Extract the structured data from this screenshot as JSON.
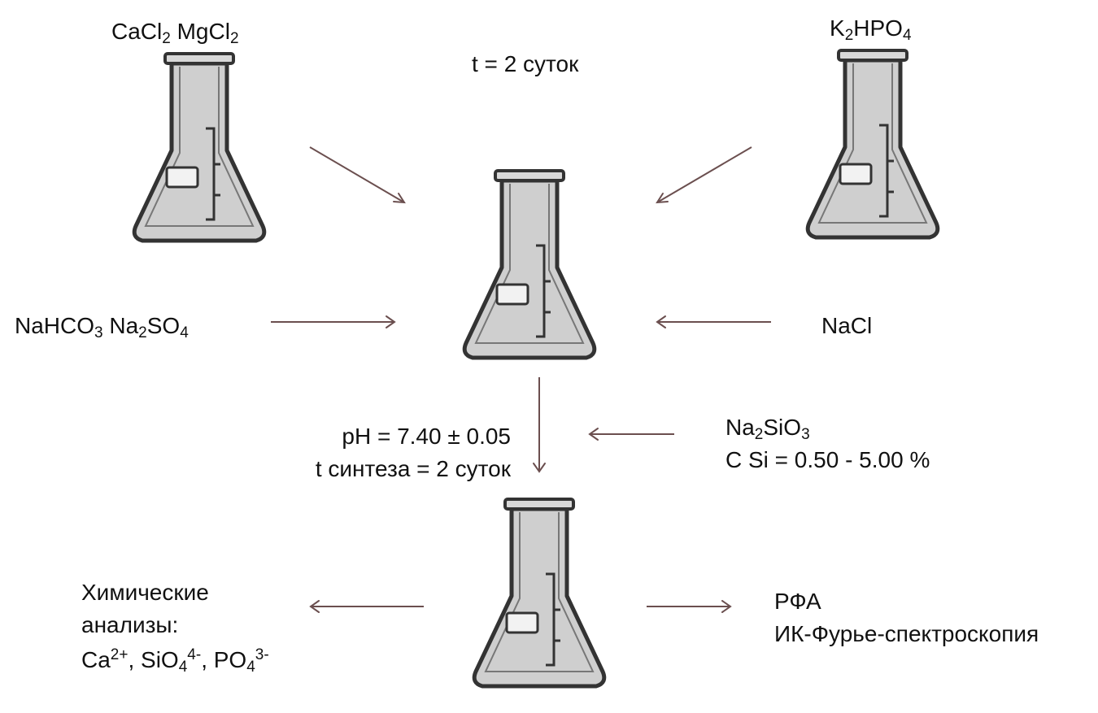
{
  "labels": {
    "top_left": {
      "parts": [
        [
          "CaCl",
          "",
          ""
        ],
        [
          "2",
          "sub",
          ""
        ],
        [
          " MgCl",
          "",
          ""
        ],
        [
          "2",
          "sub",
          ""
        ]
      ]
    },
    "top_right": {
      "parts": [
        [
          "K",
          "",
          ""
        ],
        [
          "2",
          "sub",
          ""
        ],
        [
          "HPO",
          "",
          ""
        ],
        [
          "4",
          "sub",
          ""
        ]
      ]
    },
    "time_top": "t = 2 суток",
    "mid_left": {
      "parts": [
        [
          "NaHCO",
          "",
          ""
        ],
        [
          "3",
          "sub",
          ""
        ],
        [
          " Na",
          "",
          ""
        ],
        [
          "2",
          "sub",
          ""
        ],
        [
          "SO",
          "",
          ""
        ],
        [
          "4",
          "sub",
          ""
        ]
      ]
    },
    "mid_right": "NaCl",
    "ph_line": "pH = 7.40 ± 0.05",
    "synthesis_time": "t синтеза = 2 суток",
    "silicate": {
      "parts": [
        [
          "Na",
          "",
          ""
        ],
        [
          "2",
          "sub",
          ""
        ],
        [
          "SiO",
          "",
          ""
        ],
        [
          "3",
          "sub",
          ""
        ]
      ]
    },
    "si_conc": "C Si = 0.50 - 5.00 %",
    "chem_line1": "Химические",
    "chem_line2": "анализы:",
    "chem_ions": {
      "parts": [
        [
          "Ca",
          "",
          ""
        ],
        [
          "2+",
          "sup",
          ""
        ],
        [
          ", SiO",
          "",
          ""
        ],
        [
          "4",
          "sub",
          ""
        ],
        [
          "4-",
          "sup",
          ""
        ],
        [
          ", PO",
          "",
          ""
        ],
        [
          "4",
          "sub",
          ""
        ],
        [
          "3-",
          "sup",
          ""
        ]
      ]
    },
    "xrd": "РФА",
    "ftir": "ИК-Фурье-спектроскопия"
  },
  "flasks": [
    {
      "id": "flask-top-left"
    },
    {
      "id": "flask-top-right"
    },
    {
      "id": "flask-center"
    },
    {
      "id": "flask-bottom"
    }
  ],
  "colors": {
    "arrow": "#6b4f4f",
    "flask_fill": "#cfcfcf",
    "flask_outline": "#333333"
  }
}
